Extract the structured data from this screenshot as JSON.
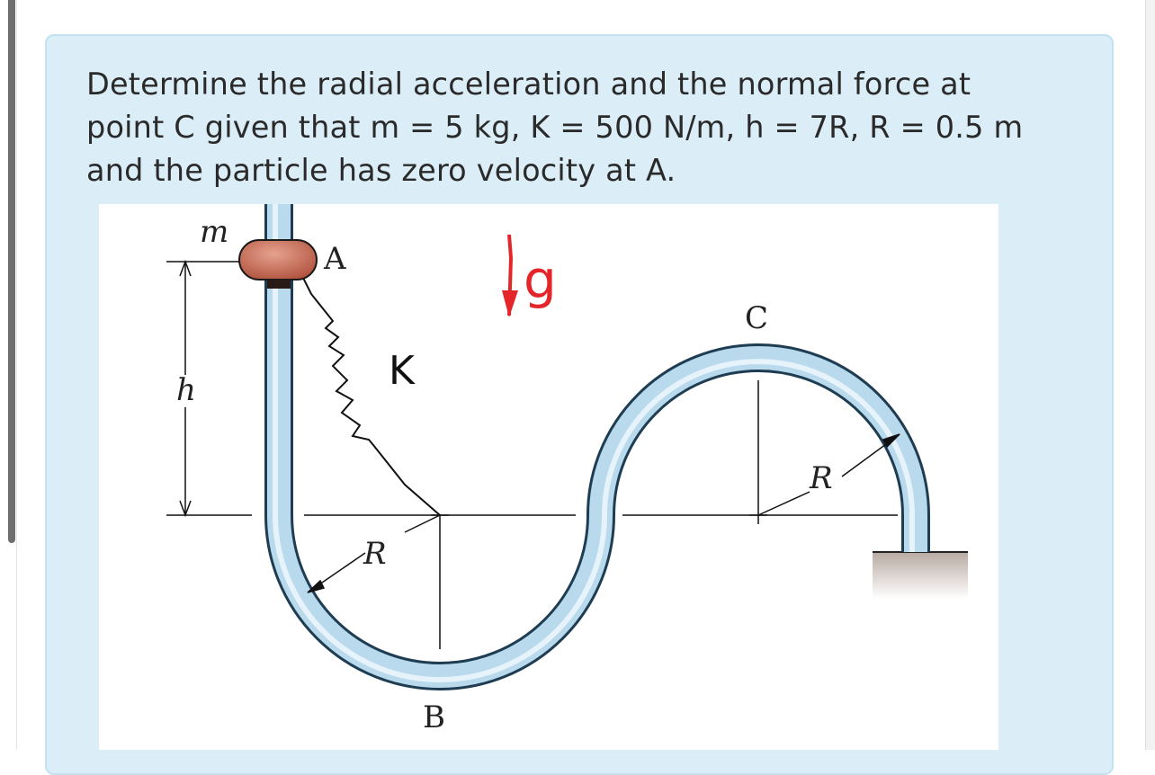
{
  "question": {
    "text": "Determine the radial acceleration and the normal force at point C given that m = 5 kg, K = 500 N/m, h = 7R, R = 0.5 m and the particle has zero velocity at A."
  },
  "figure": {
    "labels": {
      "mass": "m",
      "point_a": "A",
      "point_b": "B",
      "point_c": "C",
      "height": "h",
      "radius_left": "R",
      "radius_right": "R",
      "spring": "K",
      "gravity": "g"
    },
    "colors": {
      "tube_fill": "#b9d9ec",
      "tube_edge": "#2e5f80",
      "collar": "#c9705c",
      "annotation_red": "#e4262b",
      "ground": "#b8aaa2"
    }
  }
}
